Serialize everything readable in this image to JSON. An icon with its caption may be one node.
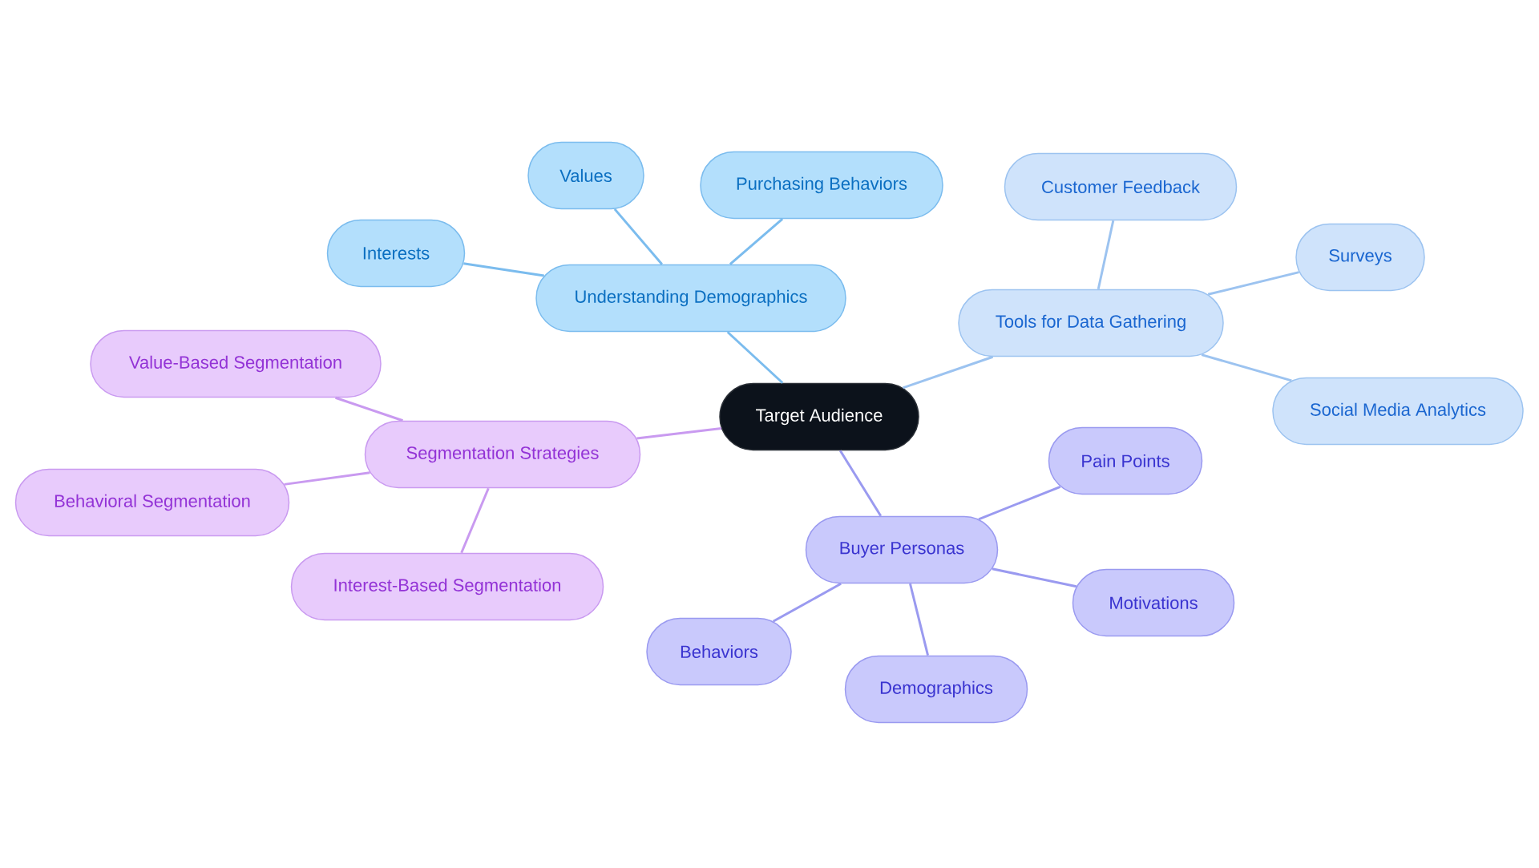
{
  "diagram": {
    "nodes": [
      {
        "text": [
          "Target Audience"
        ]
      },
      {
        "text": [
          "Understanding Demographics"
        ]
      },
      {
        "text": [
          "Interests"
        ]
      },
      {
        "text": [
          "Values"
        ]
      },
      {
        "text": [
          "Purchasing Behaviors"
        ]
      },
      {
        "text": [
          "Tools for Data Gathering"
        ]
      },
      {
        "text": [
          "Customer Feedback"
        ]
      },
      {
        "text": [
          "Surveys"
        ]
      },
      {
        "text": [
          "Social Media Analytics"
        ]
      },
      {
        "text": [
          "Segmentation Strategies"
        ]
      },
      {
        "text": [
          "Value-Based Segmentation"
        ]
      },
      {
        "text": [
          "Behavioral Segmentation"
        ]
      },
      {
        "text": [
          "Interest-Based Segmentation"
        ]
      },
      {
        "text": [
          "Buyer Personas"
        ]
      },
      {
        "text": [
          "Pain Points"
        ]
      },
      {
        "text": [
          "Motivations"
        ]
      },
      {
        "text": [
          "Behaviors"
        ]
      },
      {
        "text": [
          "Demographics"
        ]
      }
    ],
    "edges": [
      {
        "from": 0,
        "to": 1,
        "arrow": "none",
        "color": "#7bbcee"
      },
      {
        "from": 1,
        "to": 2,
        "arrow": "none",
        "color": "#7bbcee"
      },
      {
        "from": 1,
        "to": 3,
        "arrow": "none",
        "color": "#7bbcee"
      },
      {
        "from": 1,
        "to": 4,
        "arrow": "none",
        "color": "#7bbcee"
      },
      {
        "from": 0,
        "to": 5,
        "arrow": "none",
        "color": "#9cc3f0"
      },
      {
        "from": 5,
        "to": 6,
        "arrow": "none",
        "color": "#9cc3f0"
      },
      {
        "from": 5,
        "to": 7,
        "arrow": "none",
        "color": "#9cc3f0"
      },
      {
        "from": 5,
        "to": 8,
        "arrow": "none",
        "color": "#9cc3f0"
      },
      {
        "from": 0,
        "to": 9,
        "arrow": "none",
        "color": "#c99af0"
      },
      {
        "from": 9,
        "to": 10,
        "arrow": "none",
        "color": "#c99af0"
      },
      {
        "from": 9,
        "to": 11,
        "arrow": "none",
        "color": "#c99af0"
      },
      {
        "from": 9,
        "to": 12,
        "arrow": "none",
        "color": "#c99af0"
      },
      {
        "from": 0,
        "to": 13,
        "arrow": "none",
        "color": "#9a9af0"
      },
      {
        "from": 13,
        "to": 14,
        "arrow": "none",
        "color": "#9a9af0"
      },
      {
        "from": 13,
        "to": 15,
        "arrow": "none",
        "color": "#9a9af0"
      },
      {
        "from": 13,
        "to": 16,
        "arrow": "none",
        "color": "#9a9af0"
      },
      {
        "from": 13,
        "to": 17,
        "arrow": "none",
        "color": "#9a9af0"
      }
    ]
  }
}
